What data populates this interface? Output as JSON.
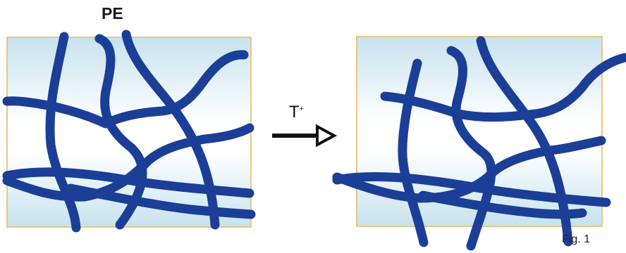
{
  "labels": {
    "caption_fragment": "",
    "polymer": "PE",
    "temperature": "T",
    "temperature_sup": "+",
    "figure": "Fig. 1"
  },
  "colors": {
    "chain": "#1b3f97",
    "box_border": "#e8c784",
    "box_fill_top": "#c7e2ee",
    "box_fill_mid": "#ffffff",
    "box_fill_bottom": "#c7e2ee",
    "arrow": "#111111"
  }
}
